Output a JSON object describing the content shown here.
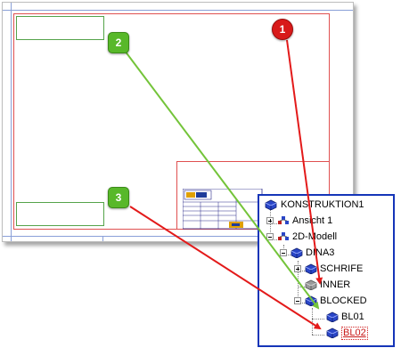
{
  "tree": {
    "items": [
      {
        "label": "KONSTRUKTION1"
      },
      {
        "label": "Ansicht 1"
      },
      {
        "label": "2D-Modell"
      },
      {
        "label": "DINA3"
      },
      {
        "label": "SCHRIFE"
      },
      {
        "label": "INNER"
      },
      {
        "label": "BLOCKED"
      },
      {
        "label": "BL01"
      },
      {
        "label": "BL02"
      }
    ]
  },
  "callouts": [
    {
      "number": "1",
      "color": "#d81a1a"
    },
    {
      "number": "2",
      "color": "#58b82a"
    },
    {
      "number": "3",
      "color": "#58b82a"
    }
  ],
  "colors": {
    "frame": "#e05050",
    "block_box": "#55a34a",
    "panel_border": "#1535b8",
    "selected_text": "#c81818",
    "arrow_red": "#e31a1a",
    "arrow_green": "#74c43a"
  },
  "icons": {
    "construction": "cube-stack-icon",
    "view": "view-node-icon",
    "layer": "blue-cube-icon",
    "grey_layer": "grey-cube-icon"
  }
}
